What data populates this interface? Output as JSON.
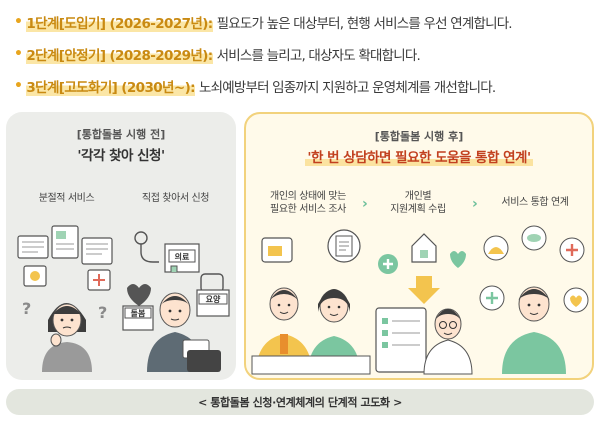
{
  "stages": [
    {
      "label": "1단계[도입기] (2026-2027년):",
      "desc": "필요도가 높은 대상부터, 현행 서비스를 우선 연계합니다."
    },
    {
      "label": "2단계[안정기] (2028-2029년):",
      "desc": "서비스를 늘리고, 대상자도 확대합니다."
    },
    {
      "label": "3단계[고도화기] (2030년~):",
      "desc": "노쇠예방부터 임종까지 지원하고 운영체계를 개선합니다."
    }
  ],
  "before": {
    "tag": "[통합돌봄 시행 전]",
    "title": "'각각 찾아 신청'",
    "items": [
      "분절적 서비스",
      "직접 찾아서 신청"
    ],
    "signs": {
      "clinic": "의료",
      "care": "돌봄",
      "nursing": "요양"
    }
  },
  "after": {
    "tag": "[통합돌봄 시행 후]",
    "title": "'한 번 상담하면 필요한 도움을 통합 연계'",
    "items": [
      "개인의 상태에 맞는\n필요한 서비스 조사",
      "개인별\n지원계획 수립",
      "서비스 통합 연계"
    ]
  },
  "bottom": "< 통합돌봄 신청·연계체계의 단계적 고도화 >",
  "colors": {
    "accent": "#e8a51e",
    "after_title": "#c2401f",
    "green": "#6bbf9a"
  }
}
